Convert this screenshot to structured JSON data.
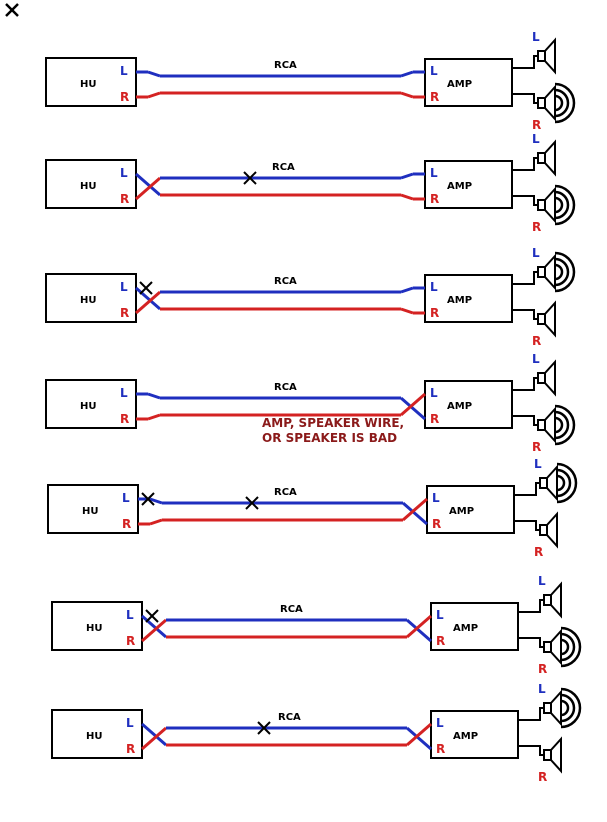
{
  "colors": {
    "left_wire": "#1f2fbf",
    "right_wire": "#d42222",
    "left_label": "#1f2fbf",
    "right_label": "#d42222"
  },
  "labels": {
    "hu": "HU",
    "amp": "AMP",
    "left": "L",
    "right": "R",
    "cable": "RCA"
  },
  "rows": [
    {
      "hu_swap": false,
      "amp_swap": false,
      "cable_cut": false,
      "hu_out_cut": false,
      "sound": "right",
      "note": []
    },
    {
      "hu_swap": true,
      "amp_swap": false,
      "cable_cut": true,
      "hu_out_cut": false,
      "sound": "right",
      "note": []
    },
    {
      "hu_swap": true,
      "amp_swap": false,
      "cable_cut": false,
      "hu_out_cut": true,
      "sound": "left",
      "note": []
    },
    {
      "hu_swap": false,
      "amp_swap": true,
      "cable_cut": false,
      "hu_out_cut": false,
      "sound": "right",
      "note": [
        "AMP, SPEAKER WIRE,",
        "OR SPEAKER IS BAD"
      ]
    },
    {
      "hu_swap": false,
      "amp_swap": true,
      "cable_cut": true,
      "hu_out_cut": true,
      "sound": "left",
      "note": []
    },
    {
      "hu_swap": true,
      "amp_swap": true,
      "cable_cut": false,
      "hu_out_cut": true,
      "sound": "right",
      "note": []
    },
    {
      "hu_swap": true,
      "amp_swap": true,
      "cable_cut": true,
      "hu_out_cut": false,
      "sound": "left",
      "note": []
    }
  ]
}
